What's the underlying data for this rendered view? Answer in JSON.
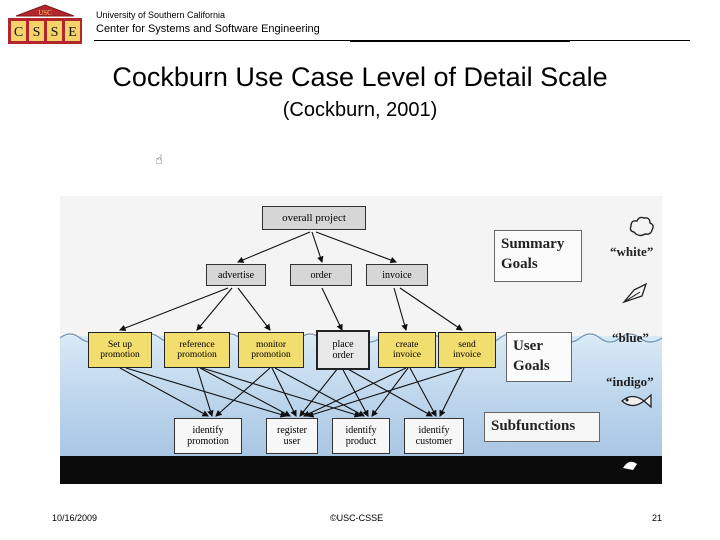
{
  "header": {
    "logo_text": "USC",
    "logo_letters": [
      "C",
      "S",
      "S",
      "E"
    ],
    "university": "University of Southern California",
    "center": "Center for Systems and Software Engineering"
  },
  "slide": {
    "title": "Cockburn Use Case Level of Detail Scale",
    "subtitle": "(Cockburn, 2001)"
  },
  "diagram": {
    "summary_nodes": {
      "top": "overall project",
      "second": [
        "advertise",
        "order",
        "invoice"
      ]
    },
    "user_nodes": [
      [
        "Set up",
        "promotion"
      ],
      [
        "reference",
        "promotion"
      ],
      [
        "monitor",
        "promotion"
      ],
      [
        "place",
        "order"
      ],
      [
        "create",
        "invoice"
      ],
      [
        "send",
        "invoice"
      ]
    ],
    "sub_nodes": [
      [
        "identify",
        "promotion"
      ],
      [
        "register",
        "user"
      ],
      [
        "identify",
        "product"
      ],
      [
        "identify",
        "customer"
      ]
    ],
    "levels": {
      "summary": [
        "Summary",
        "Goals"
      ],
      "user": [
        "User",
        "Goals"
      ],
      "sub": "Subfunctions"
    },
    "level_tags": {
      "white": "“white”",
      "blue": "“blue”",
      "indigo": "“indigo”"
    },
    "colors": {
      "user_goal_fill": "#f2dd6f",
      "sea_top": "#d9e9f6",
      "sea_bottom": "#a9c6e3",
      "seabed": "#0b0b0b",
      "logo_red": "#b3262c"
    }
  },
  "footer": {
    "date": "10/16/2009",
    "copyright": "©USC-CSSE",
    "page": "21"
  }
}
